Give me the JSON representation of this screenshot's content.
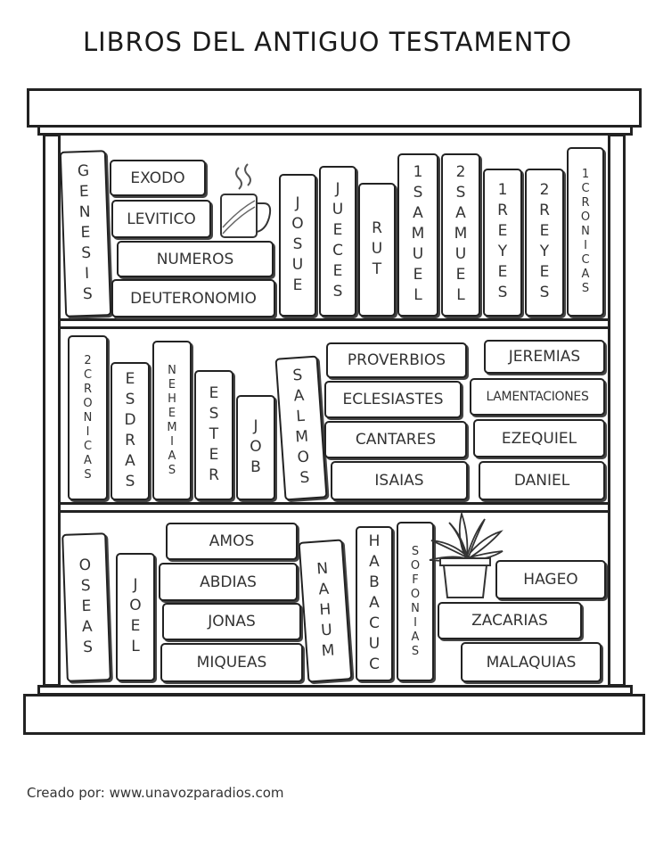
{
  "title": "LIBROS DEL ANTIGUO TESTAMENTO",
  "credit": "Creado por: www.unavozparadios.com",
  "shelf1": {
    "genesis": "GENESIS",
    "exodo": "EXODO",
    "levitico": "LEVITICO",
    "numeros": "NUMEROS",
    "deuteronomio": "DEUTERONOMIO",
    "josue": "JOSUE",
    "jueces": "JUECES",
    "rut": "RUT",
    "samuel1": "1SAMUEL",
    "samuel2": "2SAMUEL",
    "reyes1": "1REYES",
    "reyes2": "2REYES",
    "cronicas1": "1CRONICAS"
  },
  "shelf2": {
    "cronicas2": "2CRONICAS",
    "esdras": "ESDRAS",
    "nehemias": "NEHEMIAS",
    "ester": "ESTER",
    "job": "JOB",
    "salmos": "SALMOS",
    "proverbios": "PROVERBIOS",
    "eclesiastes": "ECLESIASTES",
    "cantares": "CANTARES",
    "isaias": "ISAIAS",
    "jeremias": "JEREMIAS",
    "lamentaciones": "LAMENTACIONES",
    "ezequiel": "EZEQUIEL",
    "daniel": "DANIEL"
  },
  "shelf3": {
    "oseas": "OSEAS",
    "joel": "JOEL",
    "amos": "AMOS",
    "abdias": "ABDIAS",
    "jonas": "JONAS",
    "miqueas": "MIQUEAS",
    "nahum": "NAHUM",
    "habacuc": "HABACUC",
    "sofonias": "SOFONIAS",
    "hageo": "HAGEO",
    "zacarias": "ZACARIAS",
    "malaquias": "MALAQUIAS"
  },
  "decorations": [
    "coffee-mug-icon",
    "potted-plant-icon"
  ]
}
